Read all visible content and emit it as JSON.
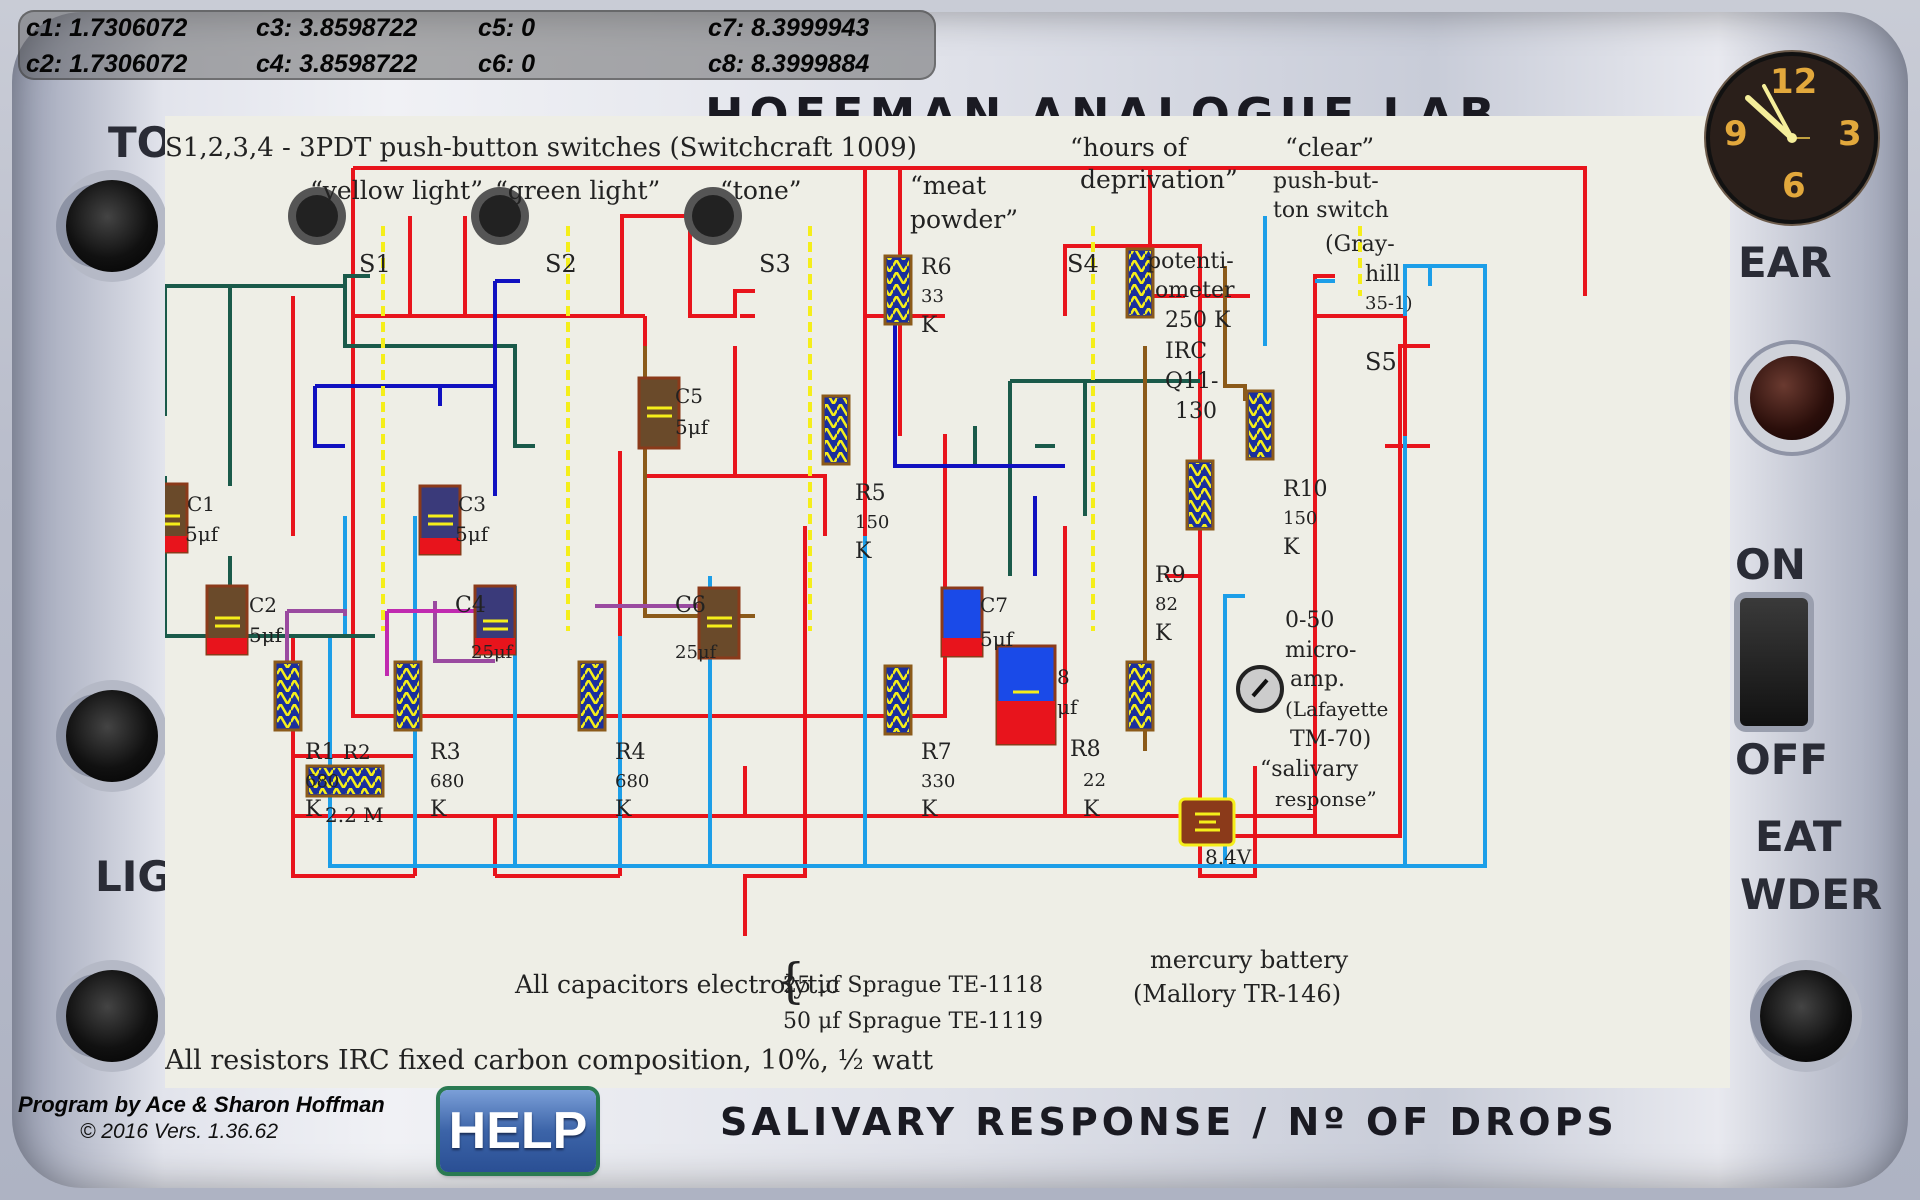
{
  "readout": {
    "c1": "c1: 1.7306072",
    "c2": "c2: 1.7306072",
    "c3": "c3: 3.8598722",
    "c4": "c4: 3.8598722",
    "c5": "c5: 0",
    "c6": "c6: 0",
    "c7": "c7: 8.3999943",
    "c8": "c8: 8.3999884"
  },
  "case": {
    "brand": "HOFFMAN ANALOGUE LAB",
    "bottom_label": "SALIVARY RESPONSE / Nº OF DROPS",
    "left_top": "TO",
    "left_bottom": "LIG",
    "right_clear": "EAR",
    "right_on": "ON",
    "right_off": "OFF",
    "right_meat": "EAT",
    "right_powder": "WDER"
  },
  "schematic": {
    "header": "S1,2,3,4 - 3PDT push-button switches (Switchcraft 1009)",
    "yellow_light": "“yellow light”",
    "green_light": "“green light”",
    "tone": "“tone”",
    "meat_powder_1": "“meat",
    "meat_powder_2": "powder”",
    "hours_1": "“hours of",
    "hours_2": "deprivation”",
    "clear_1": "“clear”",
    "clear_2": "push-but-",
    "clear_3": "ton switch",
    "clear_4": "(Gray-",
    "clear_5": "hill",
    "clear_6": "35-1)",
    "s1": "S1",
    "s2": "S2",
    "s3": "S3",
    "s4": "S4",
    "s5": "S5",
    "pot_1": "potenti-",
    "pot_2": "ometer",
    "pot_3": "250 K",
    "pot_4": "IRC",
    "pot_5": "Q11-",
    "pot_6": "130",
    "r6_1": "R6",
    "r6_2": "33",
    "r6_3": "K",
    "r5_1": "R5",
    "r5_2": "150",
    "r5_3": "K",
    "r10_1": "R10",
    "r10_2": "150",
    "r10_3": "K",
    "r9_1": "R9",
    "r9_2": "82",
    "r9_3": "K",
    "r1_1": "R1",
    "r1_2": "680",
    "r1_3": "K",
    "r3_1": "R3",
    "r3_2": "680",
    "r3_3": "K",
    "r4_1": "R4",
    "r4_2": "680",
    "r4_3": "K",
    "r7_1": "R7",
    "r7_2": "330",
    "r7_3": "K",
    "r8_1": "R8",
    "r8_2": "22",
    "r8_3": "K",
    "r2_1": "R2",
    "r2_2": "2.2 M",
    "c1_l": "C1",
    "c1_v": "5μf",
    "c2_l": "C2",
    "c2_v": "5μf",
    "c3_l": "C3",
    "c3_v": "5μf",
    "c4_l": "C4",
    "c4_v": "25μf",
    "c5_l": "C5",
    "c5_v": "5μf",
    "c6_l": "C6",
    "c6_v": "25μf",
    "c7_l": "C7",
    "c7_v": "5μf",
    "c8_l": "8",
    "c8_v": "μf",
    "meter_1": "0-50",
    "meter_2": "micro-",
    "meter_3": "amp.",
    "meter_4": "(Lafayette",
    "meter_5": "TM-70)",
    "meter_6": "“salivary",
    "meter_7": "response”",
    "battery_v": "8.4V",
    "battery_1": "mercury battery",
    "battery_2": "(Mallory TR-146)",
    "caps_note": "All capacitors electrolytic",
    "caps_a": "25 μf Sprague TE-1118",
    "caps_b": "50 μf Sprague TE-1119",
    "res_note": "All resistors IRC fixed carbon composition, 10%, ½ watt"
  },
  "clock": {
    "n12": "12",
    "n3": "3",
    "n6": "6",
    "n9": "9"
  },
  "credits": {
    "line1": "Program by Ace & Sharon Hoffman",
    "line2": "© 2016        Vers. 1.36.62"
  },
  "help": {
    "label": "HELP"
  },
  "colors": {
    "wire_red": "#e8141c",
    "wire_blue": "#1c9ee8",
    "switch_yellow": "#f5ee1a",
    "resistor_body": "#1a2f9e",
    "clock_digits": "#e2a83c"
  }
}
